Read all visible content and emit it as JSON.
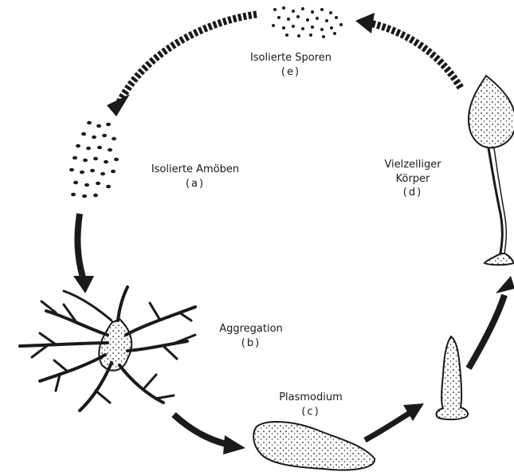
{
  "stages": {
    "a": {
      "name": "Isolierte Amöben",
      "code": "(a)"
    },
    "b": {
      "name": "Aggregation",
      "code": "(b)"
    },
    "c": {
      "name": "Plasmodium",
      "code": "(c)"
    },
    "d": {
      "name_line1": "Vielzelliger",
      "name_line2": "Körper",
      "code": "(d)"
    },
    "e": {
      "name": "Isolierte Sporen",
      "code": "(e)"
    }
  },
  "colors": {
    "ink": "#1a1a1a",
    "background": "#ffffff"
  }
}
